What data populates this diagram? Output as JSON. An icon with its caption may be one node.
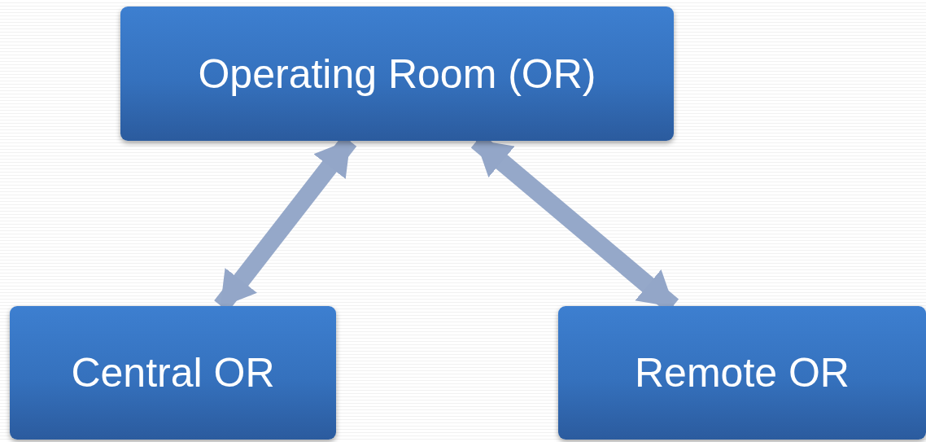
{
  "diagram": {
    "nodes": [
      {
        "text": [
          "Operating Room (OR)"
        ]
      },
      {
        "text": [
          "Central OR"
        ]
      },
      {
        "text": [
          "Remote OR"
        ]
      }
    ],
    "edges": [
      {
        "from": 0,
        "to": 1,
        "arrow": "both"
      },
      {
        "from": 0,
        "to": 2,
        "arrow": "both"
      }
    ]
  }
}
